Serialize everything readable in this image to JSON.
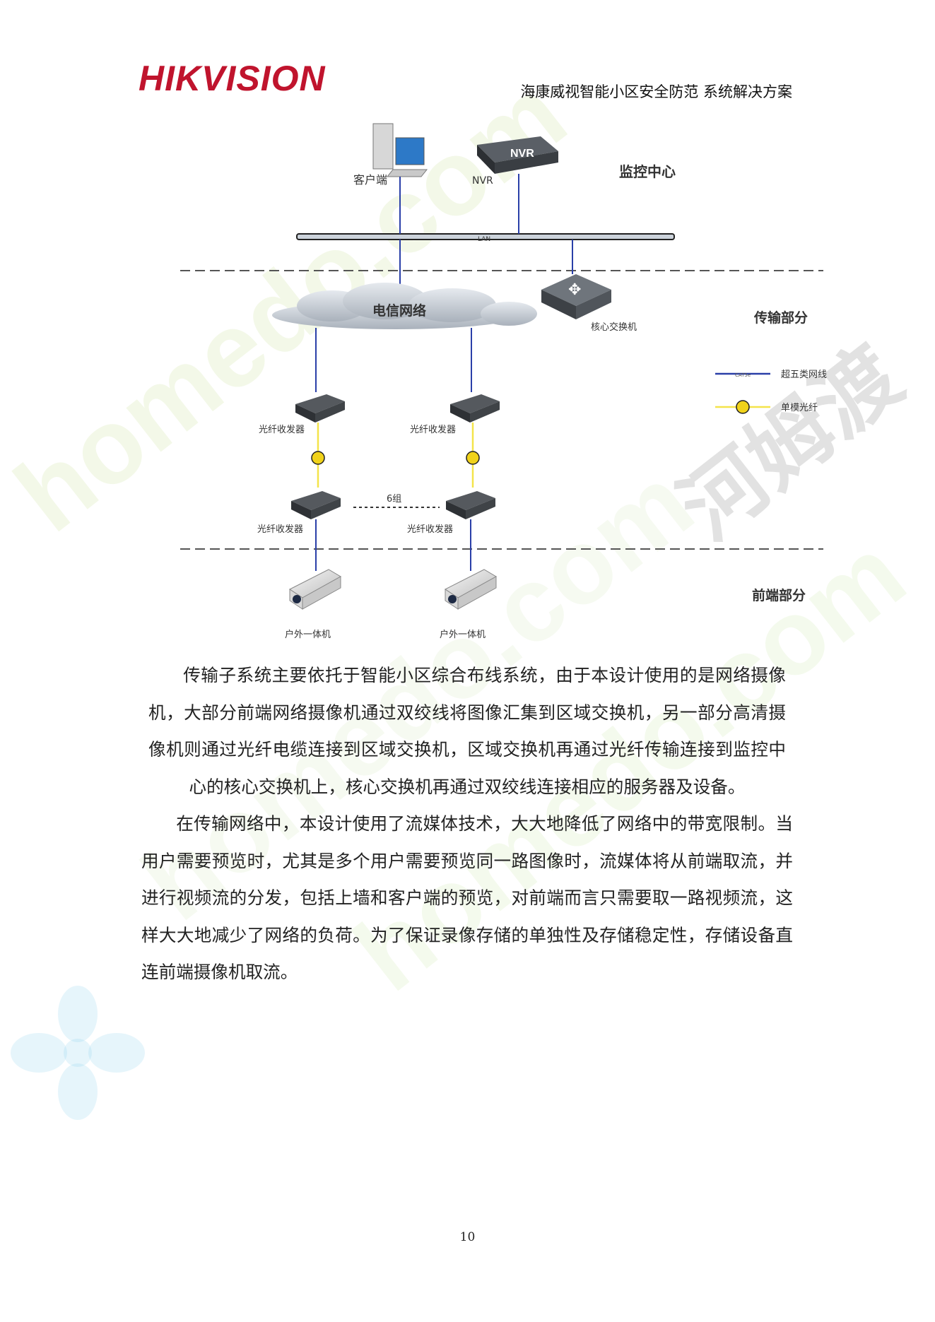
{
  "header": {
    "logo_text": "HIKVISION",
    "title": "海康威视智能小区安全防范 系统解决方案"
  },
  "diagram": {
    "devices": {
      "client": "客户端",
      "nvr_badge": "NVR",
      "nvr": "NVR",
      "lan": "LAN",
      "cloud": "电信网络",
      "core_switch": "核心交换机",
      "transceiver_top_left": "光纤收发器",
      "transceiver_top_right": "光纤收发器",
      "transceiver_bottom_left": "光纤收发器",
      "transceiver_bottom_right": "光纤收发器",
      "group_label": "6组",
      "camera_left": "户外一体机",
      "camera_right": "户外一体机"
    },
    "sections": {
      "center": "监控中心",
      "transport": "传输部分",
      "frontend": "前端部分"
    },
    "cable_tag": "CAT5e",
    "legend": {
      "cat5_label": "超五类网线",
      "fiber_label": "单模光纤"
    },
    "colors": {
      "cat5": "#2a3fa8",
      "fiber": "#f4e44a",
      "dashed": "#555555"
    }
  },
  "body": {
    "paragraph1": "传输子系统主要依托于智能小区综合布线系统，由于本设计使用的是网络摄像机，大部分前端网络摄像机通过双绞线将图像汇集到区域交换机，另一部分高清摄像机则通过光纤电缆连接到区域交换机，区域交换机再通过光纤传输连接到监控中心的核心交换机上，核心交换机再通过双绞线连接相应的服务器及设备。",
    "paragraph2": "在传输网络中，本设计使用了流媒体技术，大大地降低了网络中的带宽限制。当用户需要预览时，尤其是多个用户需要预览同一路图像时，流媒体将从前端取流，并进行视频流的分发，包括上墙和客户端的预览，对前端而言只需要取一路视频流，这样大大地减少了网络的负荷。为了保证录像存储的单独性及存储稳定性，存储设备直连前端摄像机取流。"
  },
  "watermark": {
    "text_main": "homedo.com",
    "text_cn": "河姆渡"
  },
  "footer": {
    "page_number": "10"
  }
}
